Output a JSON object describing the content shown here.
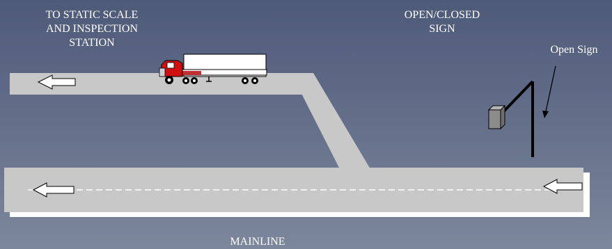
{
  "labels": {
    "static_scale_line1": "TO STATIC SCALE",
    "static_scale_line2": "AND INSPECTION",
    "static_scale_line3": "STATION",
    "sign_line1": "OPEN/CLOSED",
    "sign_line2": "SIGN",
    "open_sign": "Open Sign",
    "mainline": "MAINLINE"
  },
  "colors": {
    "road": "#c8c8c8",
    "road_edge": "#ffffff",
    "lane_marking": "#ffffff",
    "arrow_fill": "#ffffff",
    "sign_post": "#000000",
    "sign_box": "#8c8c8c",
    "truck_cab": "#d01010",
    "trailer": "#ffffff"
  },
  "icons": {
    "truck": "semi-truck-icon",
    "direction_arrow": "arrow-left-icon"
  }
}
